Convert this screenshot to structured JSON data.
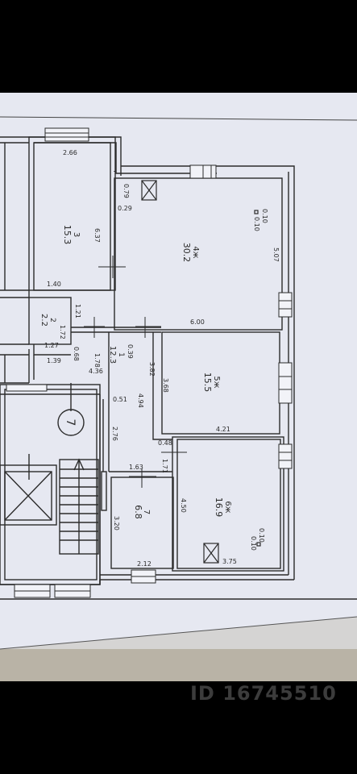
{
  "watermark": "ID 16745510",
  "plan": {
    "floor_marker": "7",
    "rooms": [
      {
        "id": "r3",
        "num": "3",
        "area": "15.3"
      },
      {
        "id": "r4",
        "num": "4ж",
        "area": "30.2"
      },
      {
        "id": "r2",
        "num": "2",
        "area": "2.2"
      },
      {
        "id": "r1",
        "num": "1",
        "area": "12.3"
      },
      {
        "id": "r5",
        "num": "5ж",
        "area": "15.5"
      },
      {
        "id": "r6",
        "num": "6ж",
        "area": "16.9"
      },
      {
        "id": "r7",
        "num": "7",
        "area": "6.8"
      }
    ],
    "dimensions": [
      "2.66",
      "0.79",
      "0.29",
      "0.10",
      "0.10",
      "6.37",
      "5.07",
      "1.40",
      "1.21",
      "6.00",
      "1.72",
      "1.27",
      "0.68",
      "1.78",
      "1.39",
      "4.36",
      "0.39",
      "3.82",
      "3.68",
      "4.21",
      "0.51",
      "4.94",
      "2.76",
      "0.48",
      "1.63",
      "1.71",
      "4.50",
      "0.10",
      "0.10",
      "3.20",
      "2.12",
      "3.75"
    ]
  }
}
